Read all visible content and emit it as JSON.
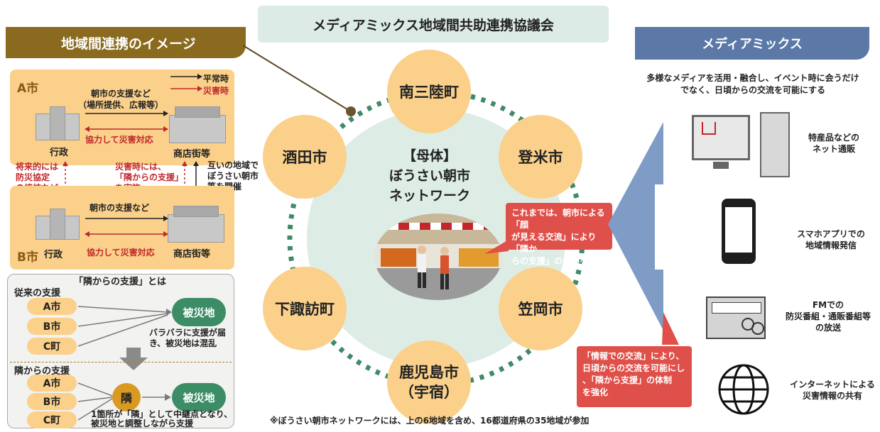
{
  "title": "メディアミックス地域間共助連携協議会",
  "left": {
    "header": "地域間連携のイメージ",
    "legend": {
      "normal": "平常時",
      "disaster": "災害時"
    },
    "cityA": {
      "label": "A市",
      "support_line1": "朝市の支援など",
      "support_line2": "（場所提供、広報等）",
      "gov": "行政",
      "shops": "商店街等",
      "cooperate": "協力して災害対応"
    },
    "cityB": {
      "label": "B市",
      "support": "朝市の支援など",
      "gov": "行政",
      "shops": "商店街等",
      "cooperate": "協力して災害対応"
    },
    "future": [
      "将来的には",
      "防災協定",
      "の締結など"
    ],
    "disaster_note": [
      "災害時には、",
      "「隣からの支援」",
      "を実施"
    ],
    "mutual_note": [
      "互いの地域で",
      "ぼうさい朝市",
      "等を開催"
    ],
    "lower": {
      "title": "「隣からの支援」とは",
      "old_label": "従来の支援",
      "cities": [
        "A市",
        "B市",
        "C町"
      ],
      "disaster_area": "被災地",
      "old_desc": [
        "バラバラに支援が届",
        "き、被災地は混乱"
      ],
      "new_label": "隣からの支援",
      "neighbor": "隣",
      "new_desc": [
        "1箇所が「隣」として中継点となり、",
        "被災地と調整しながら支援"
      ]
    }
  },
  "center": {
    "towns": [
      "南三陸町",
      "登米市",
      "笠岡市",
      "鹿児島市",
      "（宇宿）",
      "下諏訪町",
      "酒田市"
    ],
    "core": [
      "【母体】",
      "ぼうさい朝市",
      "ネットワーク"
    ],
    "callout_top": [
      "これまでは、朝市による「顔",
      "が見える交流」により「隣か",
      "らの支援」の体制を構築"
    ],
    "footnote": "※ぼうさい朝市ネットワークには、上の6地域を含め、16都道府県の35地域が参加"
  },
  "right": {
    "header": "メディアミックス",
    "desc": [
      "多様なメディアを活用・融合し、イベント時に会うだけ",
      "でなく、日頃からの交流を可能にする"
    ],
    "items": [
      {
        "icon": "computer-icon",
        "label": [
          "特産品などの",
          "ネット通販"
        ]
      },
      {
        "icon": "smartphone-icon",
        "label": [
          "スマホアプリでの",
          "地域情報発信"
        ]
      },
      {
        "icon": "radio-icon",
        "label": [
          "FMでの",
          "防災番組・通販番組等",
          "の放送"
        ]
      },
      {
        "icon": "globe-icon",
        "label": [
          "インターネットによる",
          "災害情報の共有"
        ]
      }
    ],
    "callout_bottom": [
      "「情報での交流」により、",
      "日頃からの交流を可能にし",
      "、「隣から支援」の体制",
      "を強化"
    ]
  },
  "colors": {
    "orange": "#fbd08a",
    "brown": "#8a6a1e",
    "blue": "#5b78a6",
    "red": "#c0282d",
    "green": "#3c8c66",
    "callout": "#e0504a"
  }
}
